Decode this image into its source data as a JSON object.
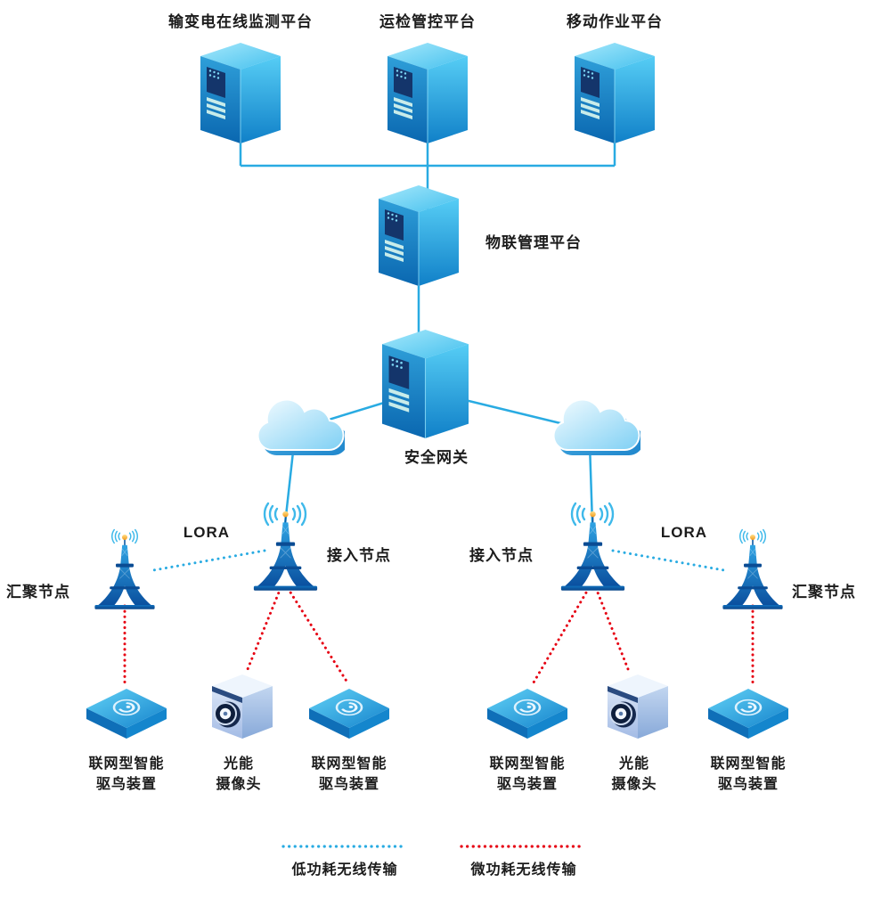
{
  "diagram": {
    "platforms": [
      {
        "label": "输变电在线监测平台"
      },
      {
        "label": "运检管控平台"
      },
      {
        "label": "移动作业平台"
      }
    ],
    "iot_platform_label": "物联管理平台",
    "gateway_label": "安全网关",
    "lora_link_label": "LORA",
    "access_node_label": "接入节点",
    "aggregation_node_label": "汇聚节点",
    "bottom_devices": [
      {
        "type": "bird-repeller",
        "line1": "联网型智能",
        "line2": "驱鸟装置"
      },
      {
        "type": "solar-camera",
        "line1": "光能",
        "line2": "摄像头"
      },
      {
        "type": "bird-repeller",
        "line1": "联网型智能",
        "line2": "驱鸟装置"
      },
      {
        "type": "bird-repeller",
        "line1": "联网型智能",
        "line2": "驱鸟装置"
      },
      {
        "type": "solar-camera",
        "line1": "光能",
        "line2": "摄像头"
      },
      {
        "type": "bird-repeller",
        "line1": "联网型智能",
        "line2": "驱鸟装置"
      }
    ],
    "legend": [
      {
        "label": "低功耗无线传输",
        "color": "#29abe2",
        "style": "dotted"
      },
      {
        "label": "微功耗无线传输",
        "color": "#e60012",
        "style": "dotted"
      }
    ],
    "colors": {
      "solid_link": "#29abe2",
      "lora_link": "#29abe2",
      "micro_power_link": "#e60012",
      "tower_blue": "#0b57a4",
      "antenna_ball_yellow": "#f8b62d"
    },
    "icons": {
      "server": "server-cabinet-icon",
      "cloud": "cloud-icon",
      "tower": "radio-tower-icon",
      "wifi": "wifi-signal-icon",
      "bird": "bird-repeller-icon",
      "camera": "camera-icon"
    }
  }
}
